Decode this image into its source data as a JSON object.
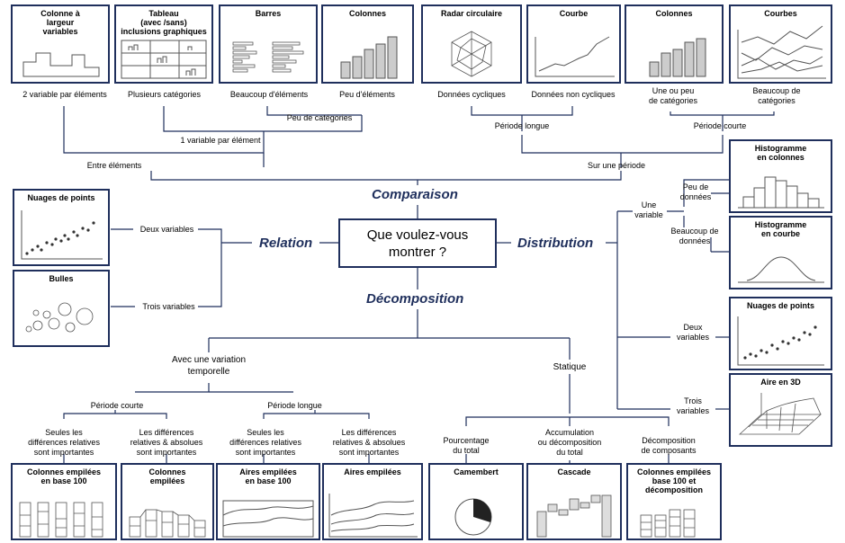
{
  "center": "Que voulez-vous\nmontrer ?",
  "categories": {
    "comparison": "Comparaison",
    "relation": "Relation",
    "distribution": "Distribution",
    "decomposition": "Décomposition"
  },
  "cards": {
    "col_largeur": "Colonne à\nlargeur\nvariables",
    "tableau": "Tableau\n(avec /sans)\ninclusions graphiques",
    "barres": "Barres",
    "colonnes1": "Colonnes",
    "radar": "Radar circulaire",
    "courbe": "Courbe",
    "colonnes2": "Colonnes",
    "courbes": "Courbes",
    "nuages1": "Nuages de points",
    "bulles": "Bulles",
    "histo_col": "Histogramme\nen colonnes",
    "histo_courbe": "Histogramme\nen courbe",
    "nuages2": "Nuages de points",
    "aire3d": "Aire en 3D",
    "col_emp100": "Colonnes empilées\nen base 100",
    "col_emp": "Colonnes\nempilées",
    "aires_emp100": "Aires empilées\nen base 100",
    "aires_emp": "Aires empilées",
    "camembert": "Camembert",
    "cascade": "Cascade",
    "col_emp100_dec": "Colonnes empilées\nbase 100 et\ndécomposition"
  },
  "labels": {
    "deux_var_elem": "2 variable par éléments",
    "plusieurs_cat": "Plusieurs catégories",
    "beaucoup_elem": "Beaucoup d'éléments",
    "peu_elem": "Peu d'éléments",
    "peu_cat": "Peu de catégories",
    "une_var_elem": "1 variable par élément",
    "entre_elem": "Entre éléments",
    "donnees_cycl": "Données cycliques",
    "donnees_non_cycl": "Données non cycliques",
    "une_ou_peu_cat": "Une ou peu\nde catégories",
    "beaucoup_cat": "Beaucoup de\ncatégories",
    "periode_longue_top": "Période longue",
    "periode_courte_top": "Période courte",
    "sur_periode": "Sur une période",
    "deux_variables": "Deux variables",
    "trois_variables": "Trois variables",
    "une_variable": "Une\nvariable",
    "peu_donnees": "Peu de\ndonnées",
    "beaucoup_donnees": "Beaucoup de\ndonnées",
    "deux_variables_dist": "Deux\nvariables",
    "trois_variables_dist": "Trois\nvariables",
    "avec_variation": "Avec une variation\ntemporelle",
    "statique": "Statique",
    "periode_courte_bot": "Période courte",
    "periode_longue_bot": "Période longue",
    "seules_diff_1": "Seules les\ndifférences relatives\nsont importantes",
    "diff_rel_abs_1": "Les différences\nrelatives & absolues\nsont importantes",
    "seules_diff_2": "Seules les\ndifférences relatives\nsont importantes",
    "diff_rel_abs_2": "Les différences\nrelatives & absolues\nsont importantes",
    "pourcentage": "Pourcentage\ndu total",
    "accumulation": "Accumulation\nou décomposition\ndu total",
    "decomp_comp": "Décomposition\nde composants"
  },
  "colors": {
    "line": "#1f2f5c",
    "sketch": "#555555"
  }
}
